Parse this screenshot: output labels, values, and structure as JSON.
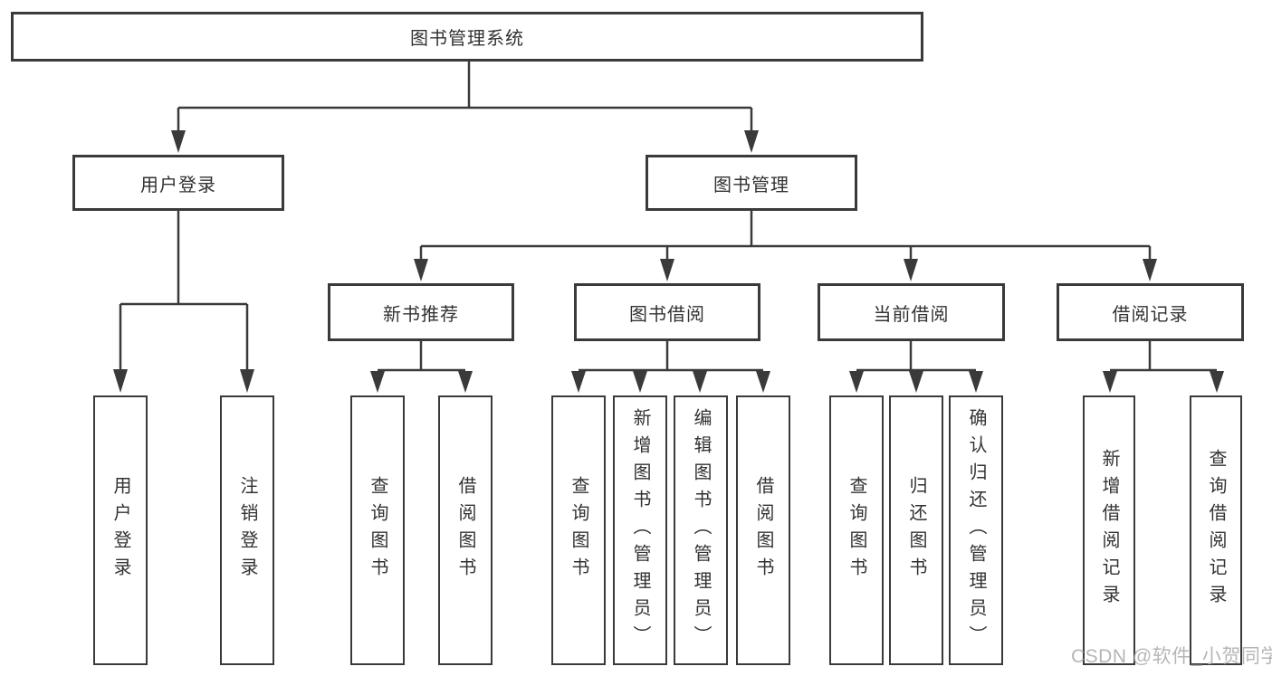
{
  "diagram": {
    "root": {
      "label": "图书管理系统"
    },
    "level2": [
      {
        "label": "用户登录"
      },
      {
        "label": "图书管理"
      }
    ],
    "level3": [
      {
        "label": "新书推荐"
      },
      {
        "label": "图书借阅"
      },
      {
        "label": "当前借阅"
      },
      {
        "label": "借阅记录"
      }
    ],
    "leaves": {
      "user_login": [
        "用户登录",
        "注销登录"
      ],
      "new_book": [
        "查询图书",
        "借阅图书"
      ],
      "book_borrow": [
        "查询图书",
        "新增图书（管理员）",
        "编辑图书（管理员）",
        "借阅图书"
      ],
      "current_borrow": [
        "查询图书",
        "归还图书",
        "确认归还（管理员）"
      ],
      "borrow_record": [
        "新增借阅记录",
        "查询借阅记录"
      ]
    }
  },
  "watermark": "CSDN @软件_小贺同学",
  "colors": {
    "line": "#3a3a3a",
    "box_border": "#3a3a3a",
    "text": "#323232",
    "watermark": "#b2b2b2",
    "background": "#ffffff"
  }
}
